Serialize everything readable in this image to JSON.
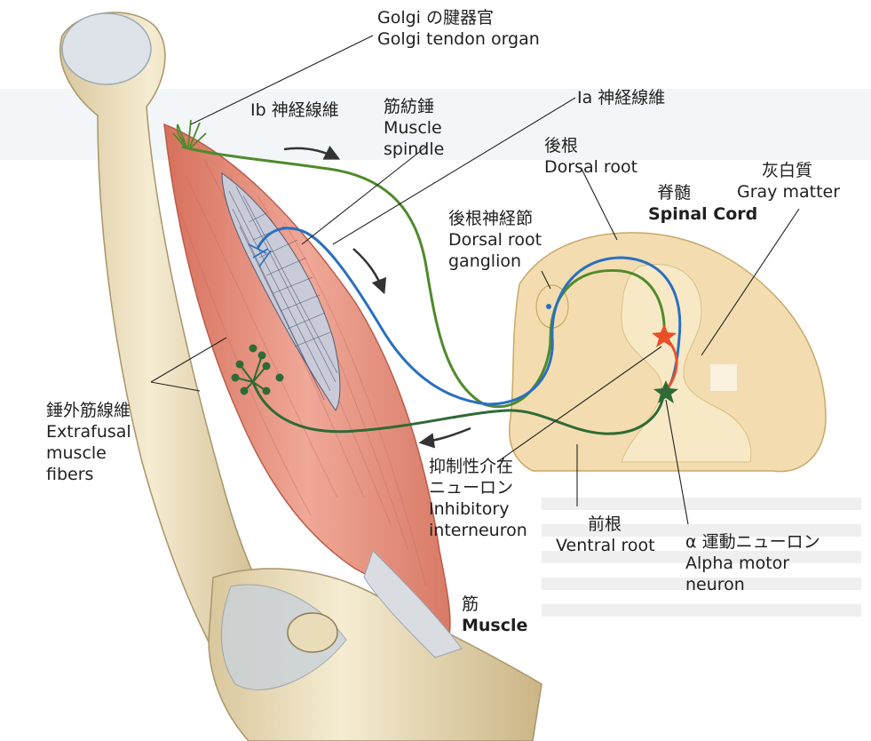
{
  "labels": {
    "golgi_tendon_organ": {
      "ja": "Golgi の腱器官",
      "en": "Golgi tendon organ"
    },
    "ib_fiber": {
      "text": "Ib 神経線維"
    },
    "muscle_spindle": {
      "ja": "筋紡錘",
      "en1": "Muscle",
      "en2": "spindle"
    },
    "ia_fiber": {
      "text": "Ia 神経線維"
    },
    "dorsal_root": {
      "ja": "後根",
      "en": "Dorsal root"
    },
    "spinal_cord": {
      "ja": "脊髄",
      "en": "Spinal Cord"
    },
    "gray_matter": {
      "ja": "灰白質",
      "en": "Gray matter"
    },
    "dorsal_root_ganglion": {
      "ja": "後根神経節",
      "en1": "Dorsal root",
      "en2": "ganglion"
    },
    "extrafusal": {
      "ja": "錘外筋線維",
      "en1": "Extrafusal",
      "en2": "muscle",
      "en3": "fibers"
    },
    "inhibitory": {
      "ja1": "抑制性介在",
      "ja2": "ニューロン",
      "en1": "Inhibitory",
      "en2": "interneuron"
    },
    "ventral_root": {
      "ja": "前根",
      "en": "Ventral root"
    },
    "alpha_motor": {
      "ja": "α 運動ニューロン",
      "en1": "Alpha motor",
      "en2": "neuron"
    },
    "muscle": {
      "ja": "筋",
      "en": "Muscle"
    }
  },
  "colors": {
    "ib_fiber": "#4f8a2b",
    "ia_fiber": "#2a6fc0",
    "motor_fiber": "#2f6a35",
    "interneuron": "#e8502a",
    "muscle": "#e4907e",
    "bone": "#efe3c4",
    "spinal_cord": "#f3ddb0"
  },
  "icons": [
    "arrow-icon",
    "star-neuron-icon"
  ]
}
